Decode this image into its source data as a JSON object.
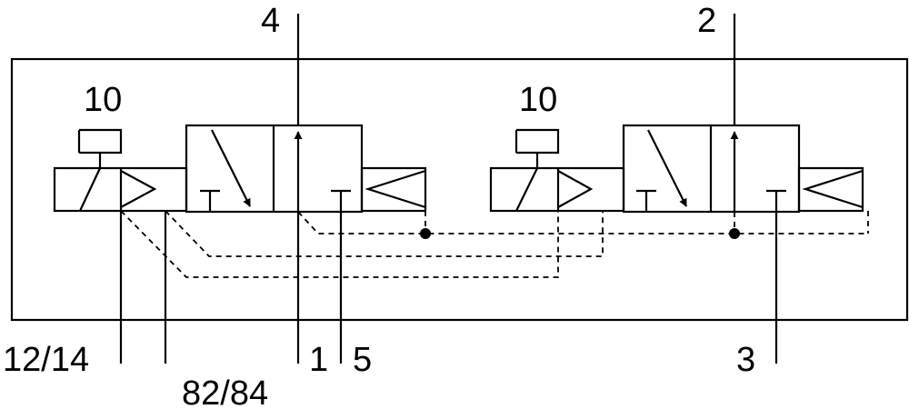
{
  "diagram": {
    "ports": {
      "port_4": "4",
      "port_2": "2",
      "port_12_14": "12/14",
      "port_82_84": "82/84",
      "port_1": "1",
      "port_5": "5",
      "port_3": "3"
    },
    "left_valve": {
      "manual_override_label": "10"
    },
    "right_valve": {
      "manual_override_label": "10"
    }
  }
}
